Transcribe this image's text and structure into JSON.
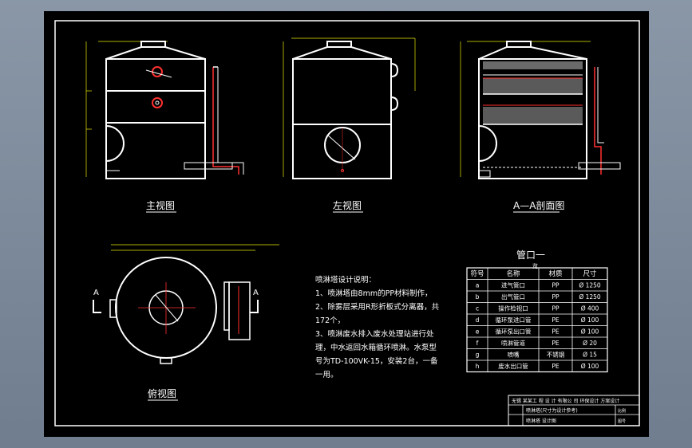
{
  "views": {
    "front_title": "主视图",
    "left_title": "左视图",
    "section_title": "A—A剖面图",
    "top_title": "俯视图",
    "section_mark": "A"
  },
  "notes": {
    "title": "喷淋塔设计说明：",
    "lines": [
      "1、喷淋塔由8mm的PP材料制作，",
      "2、除雾层采用R形折板式分离器，共",
      "172个，",
      "3、喷淋废水排入废水处理站进行处",
      "理，中水返回水箱循环喷淋。水泵型",
      "号为TD-100VK-15，安装2台，一备",
      "一用。"
    ]
  },
  "nozzle_table": {
    "title": "管口一",
    "title_suffix": "览",
    "headers": [
      "符号",
      "名称",
      "材质",
      "尺寸"
    ],
    "rows": [
      [
        "a",
        "进气管口",
        "PP",
        "Ø 1250"
      ],
      [
        "b",
        "出气管口",
        "PP",
        "Ø 1250"
      ],
      [
        "c",
        "操作检视口",
        "PP",
        "Ø 400"
      ],
      [
        "d",
        "循环泵进口管",
        "PE",
        "Ø 100"
      ],
      [
        "e",
        "循环泵出口管",
        "PE",
        "Ø 100"
      ],
      [
        "f",
        "喷淋管道",
        "PE",
        "Ø 20"
      ],
      [
        "g",
        "喷嘴",
        "不锈钢",
        "Ø 15"
      ],
      [
        "h",
        "废水出口管",
        "PE",
        "Ø 100"
      ]
    ]
  },
  "title_block": {
    "line1": "无锡 某某工 程 设 计 有限公 司 环保设计 方案设计",
    "line2": "喷淋塔(尺寸为设计参考)",
    "drawing_name": "喷淋塔 设计图",
    "sheet_a": "比例",
    "sheet_b": "图号"
  },
  "colors": {
    "background": "#000000",
    "line": "#ffffff",
    "pipe": "#ff3030",
    "dimension": "#e8e800",
    "frame": "#7f8da0"
  }
}
